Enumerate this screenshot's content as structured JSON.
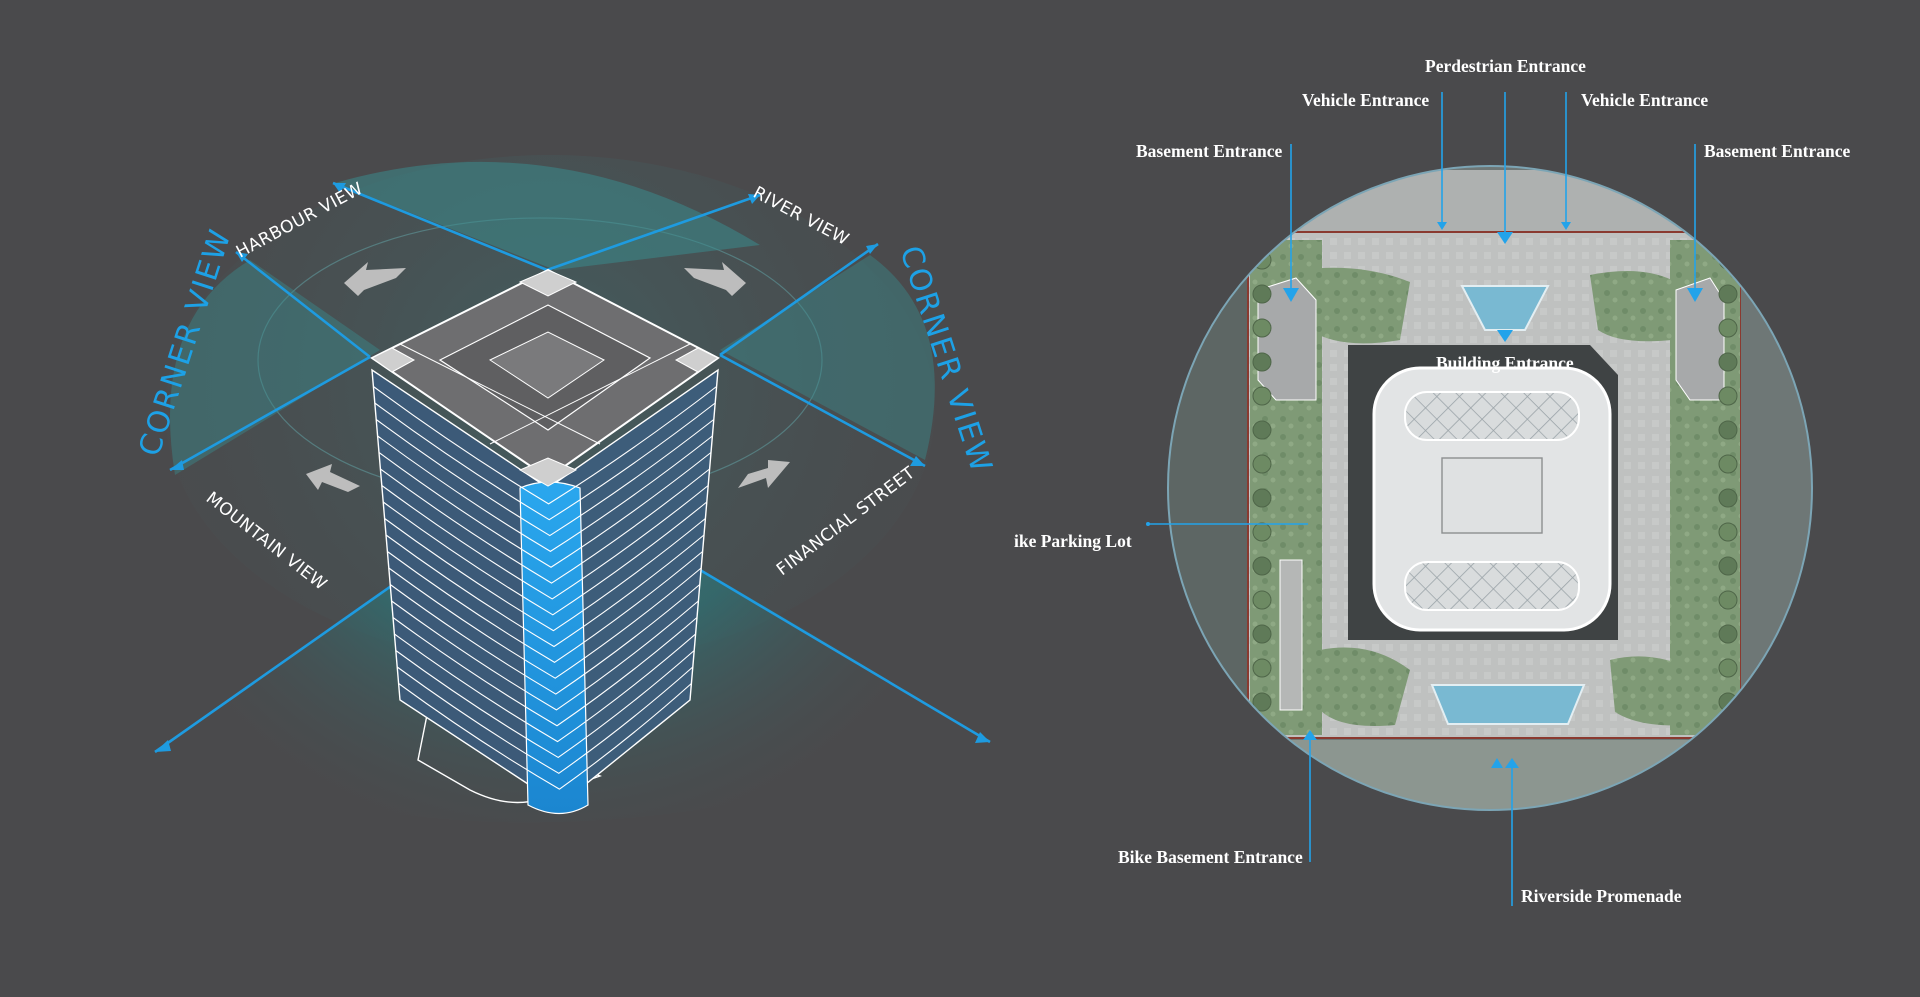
{
  "diagram": {
    "view_labels": {
      "harbour": "HARBOUR VIEW",
      "river": "RIVER VIEW",
      "mountain": "MOUNTAIN VIEW",
      "financial": "FINANCIAL STREET",
      "corner_left": "CORNER VIEW",
      "corner_right": "CORNER VIEW"
    },
    "site_labels": {
      "pedestrian_entrance": "Perdestrian Entrance",
      "vehicle_entrance_left": "Vehicle Entrance",
      "vehicle_entrance_right": "Vehicle Entrance",
      "basement_entrance_left": "Basement Entrance",
      "basement_entrance_right": "Basement Entrance",
      "building_entrance": "Building Entrance",
      "bike_parking_lot": "ike Parking Lot",
      "bike_basement_entrance": "Bike Basement Entrance",
      "riverside_promenade": "Riverside Promenade"
    },
    "colors": {
      "background": "#4a4a4c",
      "accent_blue": "#1e9be0",
      "teal_fan": "#2e8c8c",
      "white_lines": "#ffffff"
    }
  }
}
